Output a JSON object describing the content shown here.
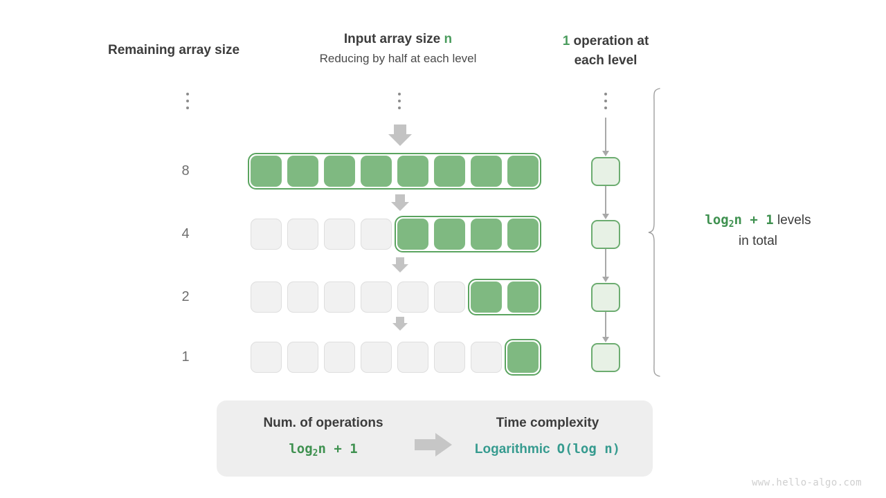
{
  "headers": {
    "remaining_label": "Remaining array size",
    "input_title_prefix": "Input array size ",
    "input_title_var": "n",
    "input_subtitle": "Reducing by half at each level",
    "op_count": "1",
    "op_text_line1": " operation at",
    "op_text_line2": "each level"
  },
  "rows": [
    {
      "label": "8",
      "total_cells": 8,
      "filled": 8,
      "filled_start_index": 0
    },
    {
      "label": "4",
      "total_cells": 8,
      "filled": 4,
      "filled_start_index": 4
    },
    {
      "label": "2",
      "total_cells": 8,
      "filled": 2,
      "filled_start_index": 6
    },
    {
      "label": "1",
      "total_cells": 8,
      "filled": 1,
      "filled_start_index": 7
    }
  ],
  "ellipsis": {
    "symbol": "vertical-ellipsis",
    "dot_count": 3
  },
  "operations": {
    "boxes_count": 4,
    "value_per_level": "1"
  },
  "levels_note": {
    "formula_main": "log",
    "formula_sub": "2",
    "formula_rest": "n + 1",
    "text_after": " levels",
    "text_line2": "in total"
  },
  "summary": {
    "left_title": "Num. of operations",
    "left_value_main": "log",
    "left_value_sub": "2",
    "left_value_rest": "n + 1",
    "right_title": "Time complexity",
    "right_value_word": "Logarithmic",
    "right_value_notation": "O(log n)",
    "arrow": "right-arrow-icon"
  },
  "watermark": "www.hello-algo.com",
  "colors": {
    "green_fill": "#7fb981",
    "green_border": "#5aa45f",
    "green_text": "#3f9150",
    "light_green_fill": "#e7f1e4",
    "teal": "#369b8f",
    "gray_cell": "#f1f1f1",
    "gray_arrow": "#c3c3c3",
    "panel_bg": "#eeeeee"
  }
}
